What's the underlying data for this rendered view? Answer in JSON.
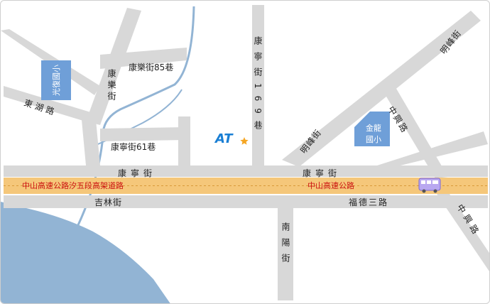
{
  "roads": {
    "kangning_main_w": "康寧街",
    "kangning_main_e": "康寧街",
    "jilin": "吉林街",
    "fude_3": "福德三路",
    "nanyang": "南陽街",
    "kangle": "康樂街",
    "kangle_85": "康樂街85巷",
    "donghu": "東湖路",
    "kangning_61": "康寧街61巷",
    "kangning_169": "康寧街169巷",
    "mingfeng_upper": "明峰街",
    "mingfeng_lower": "明峰街",
    "zhongxing_upper": "中興路",
    "zhongxing_lower": "中興路"
  },
  "highway": {
    "west_label": "中山高速公路汐五段高架道路",
    "east_label": "中山高速公路"
  },
  "schools": {
    "guangfu": "光復國小",
    "jinlong_line1": "金龍",
    "jinlong_line2": "國小"
  },
  "logo": {
    "text": "AT"
  },
  "icons": [
    "star-icon",
    "bus-icon"
  ],
  "colors": {
    "road": "#d8d8d8",
    "highway": "#f5c77a",
    "river": "#92b4d4",
    "school": "#6f9fd8",
    "highway_text": "#cc1111",
    "logo": "#1a7fd4",
    "star": "#f5a623"
  }
}
